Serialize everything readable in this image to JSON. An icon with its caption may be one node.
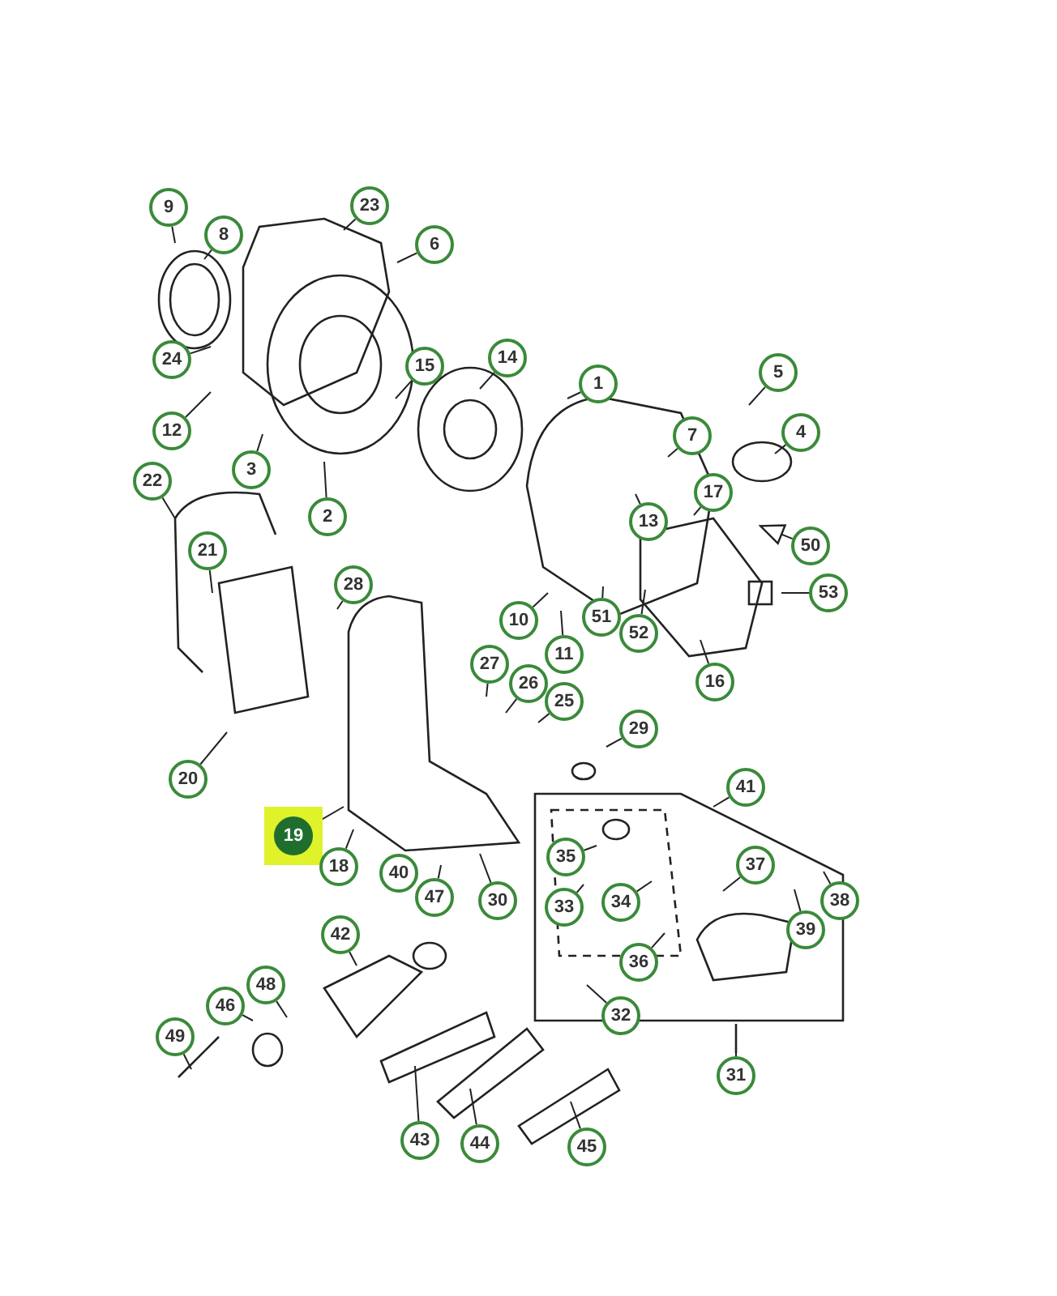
{
  "diagram": {
    "nodes": [
      {
        "text": [
          "9"
        ]
      },
      {
        "text": [
          "8"
        ]
      },
      {
        "text": [
          "23"
        ]
      },
      {
        "text": [
          "6"
        ]
      },
      {
        "text": [
          "24"
        ]
      },
      {
        "text": [
          "15"
        ]
      },
      {
        "text": [
          "14"
        ]
      },
      {
        "text": [
          "1"
        ]
      },
      {
        "text": [
          "5"
        ]
      },
      {
        "text": [
          "12"
        ]
      },
      {
        "text": [
          "3"
        ]
      },
      {
        "text": [
          "2"
        ]
      },
      {
        "text": [
          "7"
        ]
      },
      {
        "text": [
          "4"
        ]
      },
      {
        "text": [
          "22"
        ]
      },
      {
        "text": [
          "17"
        ]
      },
      {
        "text": [
          "13"
        ]
      },
      {
        "text": [
          "50"
        ]
      },
      {
        "text": [
          "21"
        ]
      },
      {
        "text": [
          "53"
        ]
      },
      {
        "text": [
          "28"
        ]
      },
      {
        "text": [
          "10"
        ]
      },
      {
        "text": [
          "51"
        ]
      },
      {
        "text": [
          "52"
        ]
      },
      {
        "text": [
          "11"
        ]
      },
      {
        "text": [
          "20"
        ]
      },
      {
        "text": [
          "27"
        ]
      },
      {
        "text": [
          "26"
        ]
      },
      {
        "text": [
          "25"
        ]
      },
      {
        "text": [
          "16"
        ]
      },
      {
        "text": [
          "29"
        ]
      },
      {
        "text": [
          "41"
        ]
      },
      {
        "text": [
          "19"
        ]
      },
      {
        "text": [
          "18"
        ]
      },
      {
        "text": [
          "40"
        ]
      },
      {
        "text": [
          "47"
        ]
      },
      {
        "text": [
          "30"
        ]
      },
      {
        "text": [
          "35"
        ]
      },
      {
        "text": [
          "37"
        ]
      },
      {
        "text": [
          "38"
        ]
      },
      {
        "text": [
          "33"
        ]
      },
      {
        "text": [
          "34"
        ]
      },
      {
        "text": [
          "39"
        ]
      },
      {
        "text": [
          "42"
        ]
      },
      {
        "text": [
          "36"
        ]
      },
      {
        "text": [
          "48"
        ]
      },
      {
        "text": [
          "46"
        ]
      },
      {
        "text": [
          "32"
        ]
      },
      {
        "text": [
          "49"
        ]
      },
      {
        "text": [
          "31"
        ]
      },
      {
        "text": [
          "43"
        ]
      },
      {
        "text": [
          "44"
        ]
      },
      {
        "text": [
          "45"
        ]
      }
    ],
    "edges": [
      {
        "from": 0,
        "to": null,
        "arrow": "none"
      },
      {
        "from": 1,
        "to": null,
        "arrow": "none"
      },
      {
        "from": 2,
        "to": null,
        "arrow": "none"
      },
      {
        "from": 3,
        "to": null,
        "arrow": "none"
      },
      {
        "from": 4,
        "to": null,
        "arrow": "none"
      },
      {
        "from": 5,
        "to": null,
        "arrow": "none"
      },
      {
        "from": 6,
        "to": null,
        "arrow": "none"
      },
      {
        "from": 7,
        "to": null,
        "arrow": "none"
      },
      {
        "from": 8,
        "to": null,
        "arrow": "none"
      },
      {
        "from": 9,
        "to": null,
        "arrow": "none"
      },
      {
        "from": 10,
        "to": null,
        "arrow": "none"
      },
      {
        "from": 11,
        "to": null,
        "arrow": "none"
      },
      {
        "from": 12,
        "to": null,
        "arrow": "none"
      },
      {
        "from": 13,
        "to": null,
        "arrow": "none"
      },
      {
        "from": 14,
        "to": null,
        "arrow": "none"
      },
      {
        "from": 15,
        "to": null,
        "arrow": "none"
      },
      {
        "from": 16,
        "to": null,
        "arrow": "none"
      },
      {
        "from": 17,
        "to": null,
        "arrow": "to"
      },
      {
        "from": 18,
        "to": null,
        "arrow": "none"
      },
      {
        "from": 19,
        "to": null,
        "arrow": "none"
      },
      {
        "from": 20,
        "to": null,
        "arrow": "none"
      },
      {
        "from": 21,
        "to": null,
        "arrow": "none"
      },
      {
        "from": 22,
        "to": null,
        "arrow": "none"
      },
      {
        "from": 23,
        "to": null,
        "arrow": "none"
      },
      {
        "from": 24,
        "to": null,
        "arrow": "none"
      },
      {
        "from": 25,
        "to": null,
        "arrow": "none"
      },
      {
        "from": 26,
        "to": null,
        "arrow": "none"
      },
      {
        "from": 27,
        "to": null,
        "arrow": "none"
      },
      {
        "from": 28,
        "to": null,
        "arrow": "none"
      },
      {
        "from": 29,
        "to": null,
        "arrow": "none"
      },
      {
        "from": 30,
        "to": null,
        "arrow": "none"
      },
      {
        "from": 31,
        "to": null,
        "arrow": "none"
      },
      {
        "from": 32,
        "to": null,
        "arrow": "none"
      },
      {
        "from": 33,
        "to": null,
        "arrow": "none"
      },
      {
        "from": 35,
        "to": null,
        "arrow": "none"
      },
      {
        "from": 36,
        "to": null,
        "arrow": "none"
      },
      {
        "from": 37,
        "to": null,
        "arrow": "none"
      },
      {
        "from": 38,
        "to": null,
        "arrow": "none"
      },
      {
        "from": 39,
        "to": null,
        "arrow": "none"
      },
      {
        "from": 40,
        "to": null,
        "arrow": "none"
      },
      {
        "from": 41,
        "to": null,
        "arrow": "none"
      },
      {
        "from": 42,
        "to": null,
        "arrow": "none"
      },
      {
        "from": 43,
        "to": null,
        "arrow": "none"
      },
      {
        "from": 44,
        "to": null,
        "arrow": "none"
      },
      {
        "from": 45,
        "to": null,
        "arrow": "none"
      },
      {
        "from": 46,
        "to": null,
        "arrow": "none"
      },
      {
        "from": 47,
        "to": null,
        "arrow": "none"
      },
      {
        "from": 48,
        "to": null,
        "arrow": "none"
      },
      {
        "from": 49,
        "to": null,
        "arrow": "none"
      },
      {
        "from": 50,
        "to": null,
        "arrow": "none"
      },
      {
        "from": 51,
        "to": null,
        "arrow": "none"
      },
      {
        "from": 52,
        "to": null,
        "arrow": "none"
      }
    ]
  }
}
